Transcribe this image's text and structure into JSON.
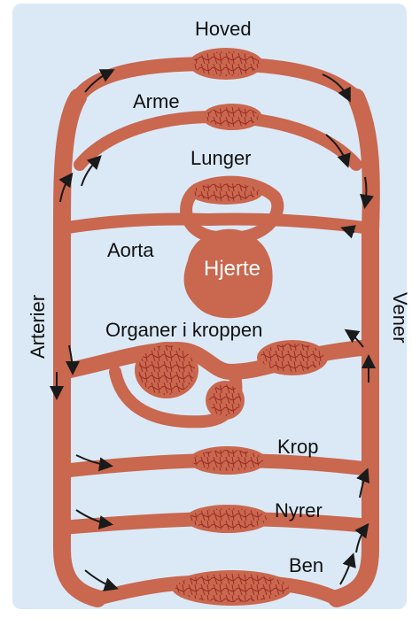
{
  "diagram": {
    "colors": {
      "background": "#dbe9f6",
      "vessel": "#c9674f",
      "vessel_dark": "#9b2d24",
      "arrow": "#1a1a1a",
      "heart_label": "#ffffff"
    },
    "labels": {
      "head": "Hoved",
      "arms": "Arme",
      "lungs": "Lunger",
      "aorta": "Aorta",
      "heart": "Hjerte",
      "organs": "Organer i kroppen",
      "body": "Krop",
      "kidneys": "Nyrer",
      "legs": "Ben",
      "arteries": "Arterier",
      "veins": "Vener"
    }
  }
}
